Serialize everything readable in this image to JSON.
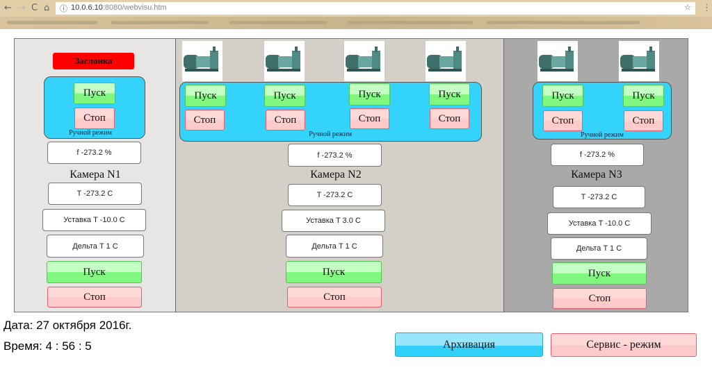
{
  "browser": {
    "url_host": "10.0.6.10",
    "url_rest": ":8080/webvisu.htm",
    "back": "←",
    "forward": "→",
    "reload": "C",
    "home": "⌂",
    "star": "☆",
    "menu": "⋮",
    "info": "ⓘ"
  },
  "damper": {
    "label": "Заслонка",
    "color": "#ff0000"
  },
  "common": {
    "start": "Пуск",
    "stop": "Стоп",
    "manual_mode": "Ручной режим"
  },
  "chambers": [
    {
      "title": "Камера N1",
      "f": "f -273.2 %",
      "t": "T -273.2 C",
      "setpoint": "Уставка T -10.0 C",
      "delta": "Дельта T 1 C"
    },
    {
      "title": "Камера N2",
      "f": "f -273.2 %",
      "t": "T -273.2 C",
      "setpoint": "Уставка T 3.0 C",
      "delta": "Дельта T 1 C"
    },
    {
      "title": "Камера N3",
      "f": "f -273.2 %",
      "t": "T -273.2 C",
      "setpoint": "Уставка T -10.0 C",
      "delta": "Дельта T 1 C"
    }
  ],
  "footer": {
    "date": "Дата: 27 октября 2016г.",
    "time": "Время: 4 : 56 : 5",
    "archive": "Архивация",
    "service": "Сервис - режим"
  }
}
